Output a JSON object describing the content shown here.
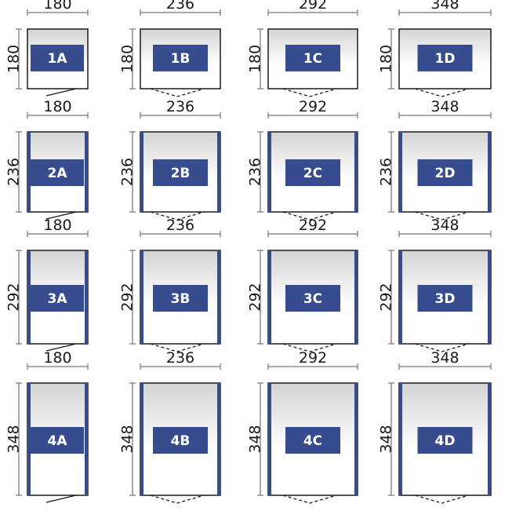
{
  "colors": {
    "badge": "#364c8e",
    "stripe": "#364c8e",
    "outline": "#1a1a1a",
    "dimension_line": "#8c8c8c",
    "panel_top": "#d4d4d4",
    "panel_bottom": "#ffffff"
  },
  "widths": [
    "180",
    "236",
    "292",
    "348"
  ],
  "depths": [
    "180",
    "236",
    "292",
    "348"
  ],
  "models": [
    [
      "1A",
      "1B",
      "1C",
      "1D"
    ],
    [
      "2A",
      "2B",
      "2C",
      "2D"
    ],
    [
      "3A",
      "3B",
      "3C",
      "3D"
    ],
    [
      "4A",
      "4B",
      "4C",
      "4D"
    ]
  ]
}
